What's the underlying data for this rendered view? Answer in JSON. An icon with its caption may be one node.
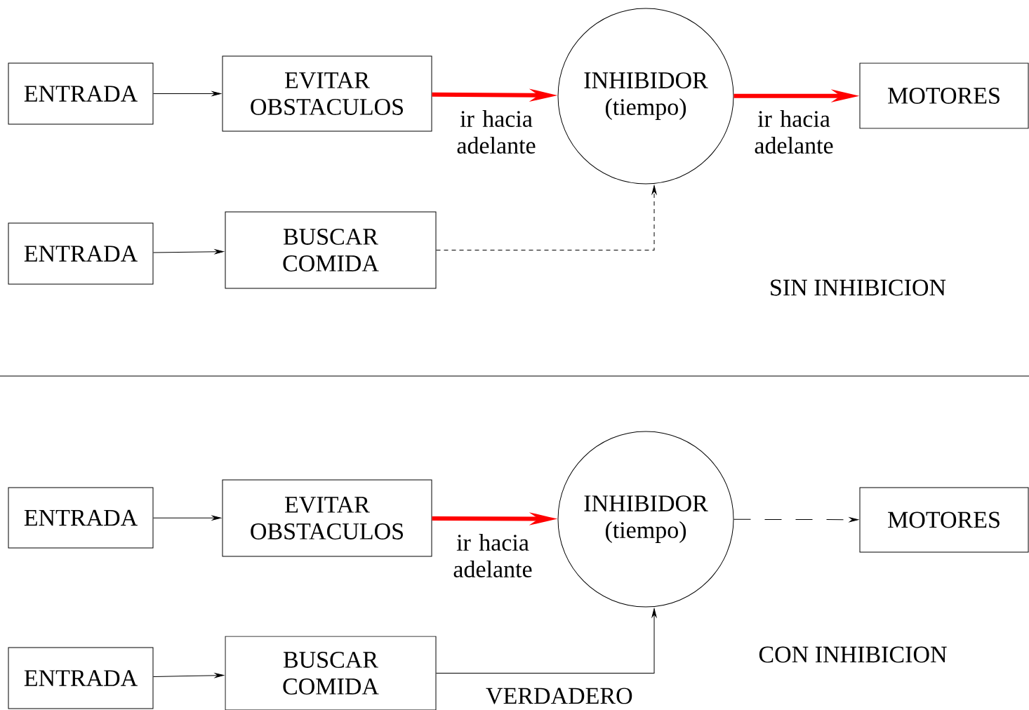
{
  "diagram": {
    "nodes": [
      {
        "text": [
          "ENTRADA"
        ]
      },
      {
        "text": [
          "EVITAR OBSTACULOS"
        ]
      },
      {
        "text": [
          "INHIBIDOR (tiempo)"
        ]
      },
      {
        "text": [
          "MOTORES"
        ]
      },
      {
        "text": [
          "ENTRADA"
        ]
      },
      {
        "text": [
          "BUSCAR COMIDA"
        ]
      },
      {
        "text": [
          "ENTRADA"
        ]
      },
      {
        "text": [
          "EVITAR OBSTACULOS"
        ]
      },
      {
        "text": [
          "INHIBIDOR (tiempo)"
        ]
      },
      {
        "text": [
          "MOTORES"
        ]
      },
      {
        "text": [
          "ENTRADA"
        ]
      },
      {
        "text": [
          "BUSCAR COMIDA"
        ]
      }
    ],
    "edges": [
      {
        "from": 0,
        "to": 1,
        "arrow": "to"
      },
      {
        "from": 1,
        "to": 2,
        "arrow": "to",
        "label": "ir hacia adelante",
        "style": "thick",
        "color": "#ff0000"
      },
      {
        "from": 2,
        "to": 3,
        "arrow": "to",
        "label": "ir hacia adelante",
        "style": "thick",
        "color": "#ff0000"
      },
      {
        "from": 4,
        "to": 5,
        "arrow": "to"
      },
      {
        "from": 5,
        "to": 2,
        "arrow": "to",
        "style": "dashed"
      },
      {
        "from": 6,
        "to": 7,
        "arrow": "to"
      },
      {
        "from": 7,
        "to": 8,
        "arrow": "to",
        "label": "ir hacia adelante",
        "style": "thick",
        "color": "#ff0000"
      },
      {
        "from": 8,
        "to": 9,
        "arrow": "to",
        "style": "dashed"
      },
      {
        "from": 10,
        "to": 11,
        "arrow": "to"
      },
      {
        "from": 11,
        "to": 8,
        "arrow": "to",
        "label": "VERDADERO"
      }
    ],
    "labels": [
      "SIN INHIBICION",
      "CON INHIBICION"
    ]
  }
}
